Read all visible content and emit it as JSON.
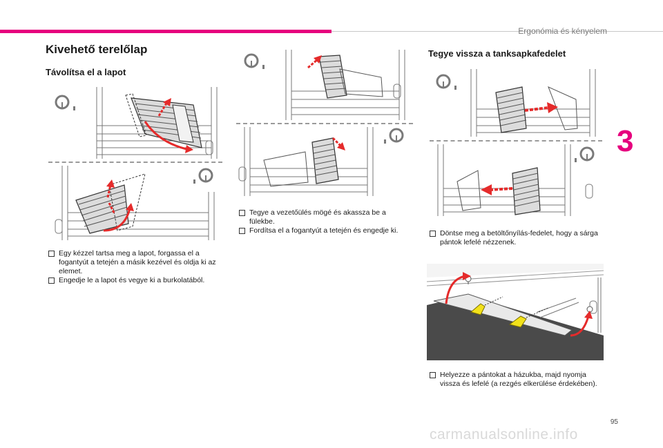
{
  "header": {
    "chapter_title": "Ergonómia és kényelem",
    "chapter_number": "3",
    "page_number": "95"
  },
  "watermark": "carmanualsonline.info",
  "left": {
    "title": "Kivehető terelőlap",
    "subtitle": "Távolítsa el a lapot",
    "steps": [
      "Egy kézzel tartsa meg a lapot, forgassa el a fogantyút a tetején a másik kezével és oldja ki az elemet.",
      "Engedje le a lapot és vegye ki a burkolatából."
    ]
  },
  "middle": {
    "steps": [
      "Tegye a vezetőülés mögé és akassza be a fülekbe.",
      "Fordítsa el a fogantyút a tetején és engedje ki."
    ]
  },
  "right": {
    "title": "Tegye vissza a tanksapkafedelet",
    "steps_a": [
      "Döntse meg a betöltőnyílás-fedelet, hogy a sárga pántok lefelé nézzenek."
    ],
    "steps_b": [
      "Helyezze a pántokat a házukba, majd nyomja vissza és lefelé (a rezgés elkerülése érdekében)."
    ]
  },
  "colors": {
    "accent": "#e6007e",
    "arrow_red": "#e52b2b",
    "strap_yellow": "#f2e11a"
  },
  "icons": [
    "steering-wheel-icon",
    "arrow-icon"
  ]
}
